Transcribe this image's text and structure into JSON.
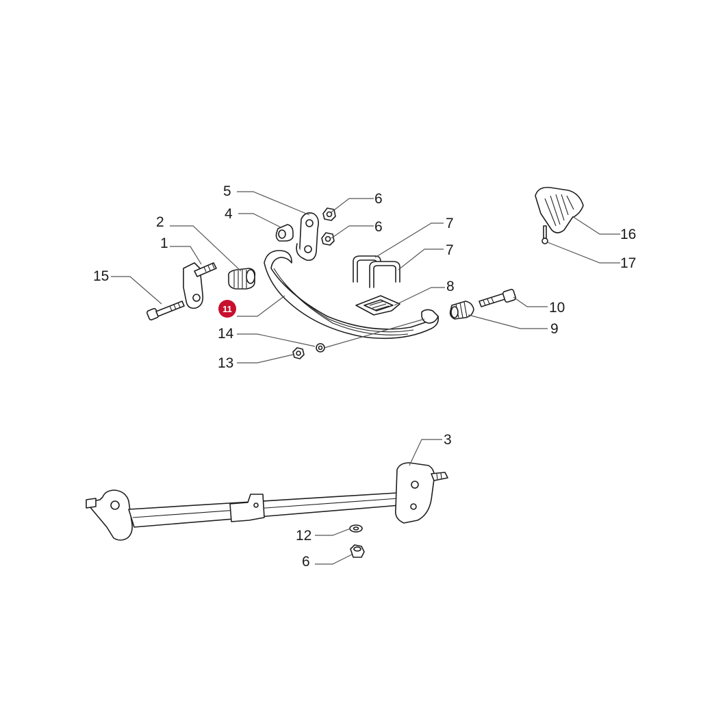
{
  "diagram": {
    "highlight_color": "#c8102e",
    "highlighted_part": "11",
    "callouts": {
      "c1": "1",
      "c2": "2",
      "c3": "3",
      "c4": "4",
      "c5": "5",
      "c6a": "6",
      "c6b": "6",
      "c6c": "6",
      "c7a": "7",
      "c7b": "7",
      "c8": "8",
      "c9": "9",
      "c10": "10",
      "c11": "11",
      "c12": "12",
      "c13": "13",
      "c14": "14",
      "c15": "15",
      "c16": "16",
      "c17": "17"
    }
  }
}
